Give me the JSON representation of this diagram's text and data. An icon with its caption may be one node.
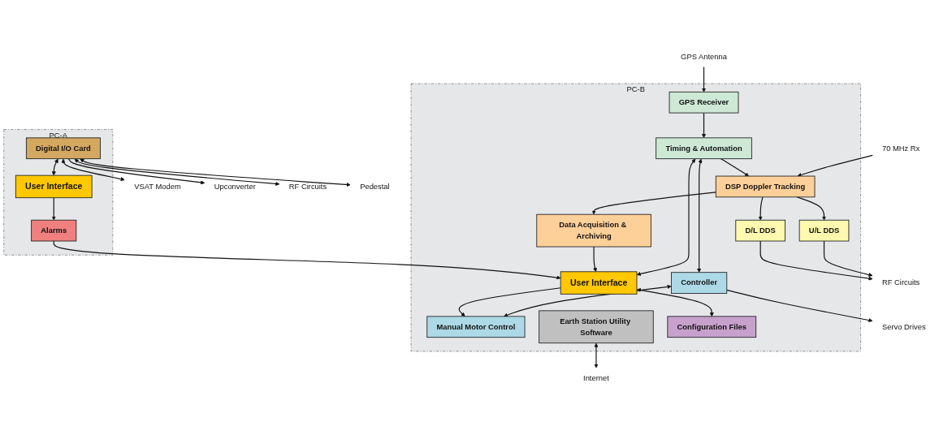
{
  "diagram": {
    "nodes": [
      {
        "text": [
          "PC-B"
        ]
      },
      {
        "text": [
          "U/L DDS"
        ],
        "in": 0
      },
      {
        "text": [
          "D/L DDS"
        ],
        "in": 0
      },
      {
        "text": [
          "GPS Receiver"
        ],
        "in": 0
      },
      {
        "text": [
          "DSP Doppler Tracking"
        ],
        "in": 0
      },
      {
        "text": [
          "Timing & Automation"
        ],
        "in": 0
      },
      {
        "text": [
          "Controller"
        ],
        "in": 0
      },
      {
        "text": [
          "Data Acquisition & Archiving"
        ],
        "in": 0
      },
      {
        "text": [
          "User Interface"
        ],
        "in": 0
      },
      {
        "text": [
          "Manual Motor Control"
        ],
        "in": 0
      },
      {
        "text": [
          "Earth Station Utility Software"
        ],
        "in": 0
      },
      {
        "text": [
          "Configuration Files"
        ],
        "in": 0
      },
      {
        "text": [
          "PC-A"
        ]
      },
      {
        "text": [
          "Digital I/O Card"
        ],
        "in": 12
      },
      {
        "text": [
          "User Interface"
        ],
        "in": 12
      },
      {
        "text": [
          "Alarms"
        ],
        "in": 12
      },
      {
        "text": [
          "RF Circuits"
        ]
      },
      {
        "text": [
          "GPS Antenna"
        ]
      },
      {
        "text": [
          "Servo Drives"
        ]
      },
      {
        "text": [
          "70 MHz Rx"
        ]
      },
      {
        "text": [
          "Internet"
        ]
      },
      {
        "text": [
          "VSAT Modem"
        ]
      },
      {
        "text": [
          "Upconverter"
        ]
      },
      {
        "text": [
          "RF Circuits"
        ]
      },
      {
        "text": [
          "Pedestal"
        ]
      }
    ],
    "edges": [
      {
        "from": 1,
        "to": 16,
        "arrow": "to"
      },
      {
        "from": 2,
        "to": 16,
        "arrow": "to"
      },
      {
        "from": 17,
        "to": 3,
        "arrow": "to"
      },
      {
        "from": 6,
        "to": 18,
        "arrow": "to"
      },
      {
        "from": 19,
        "to": 4,
        "arrow": "to"
      },
      {
        "from": 4,
        "to": 1,
        "arrow": "to"
      },
      {
        "from": 4,
        "to": 2,
        "arrow": "to"
      },
      {
        "from": 3,
        "to": 5,
        "arrow": "to"
      },
      {
        "from": 5,
        "to": 4,
        "arrow": "to"
      },
      {
        "from": 5,
        "to": 6,
        "arrow": "both"
      },
      {
        "from": 5,
        "to": 8,
        "arrow": "both"
      },
      {
        "from": 6,
        "to": 9,
        "arrow": "both"
      },
      {
        "from": 4,
        "to": 7,
        "arrow": "to"
      },
      {
        "from": 7,
        "to": 8,
        "arrow": "to"
      },
      {
        "from": 8,
        "to": 9,
        "arrow": "to"
      },
      {
        "from": 8,
        "to": 11,
        "arrow": "both"
      },
      {
        "from": 15,
        "to": 8,
        "arrow": "to"
      },
      {
        "from": 10,
        "to": 20,
        "arrow": "both"
      },
      {
        "from": 13,
        "to": 21,
        "arrow": "both"
      },
      {
        "from": 13,
        "to": 22,
        "arrow": "to"
      },
      {
        "from": 13,
        "to": 23,
        "arrow": "both"
      },
      {
        "from": 13,
        "to": 24,
        "arrow": "both"
      },
      {
        "from": 13,
        "to": 14,
        "arrow": "both"
      },
      {
        "from": 14,
        "to": 15,
        "arrow": "to"
      }
    ]
  }
}
